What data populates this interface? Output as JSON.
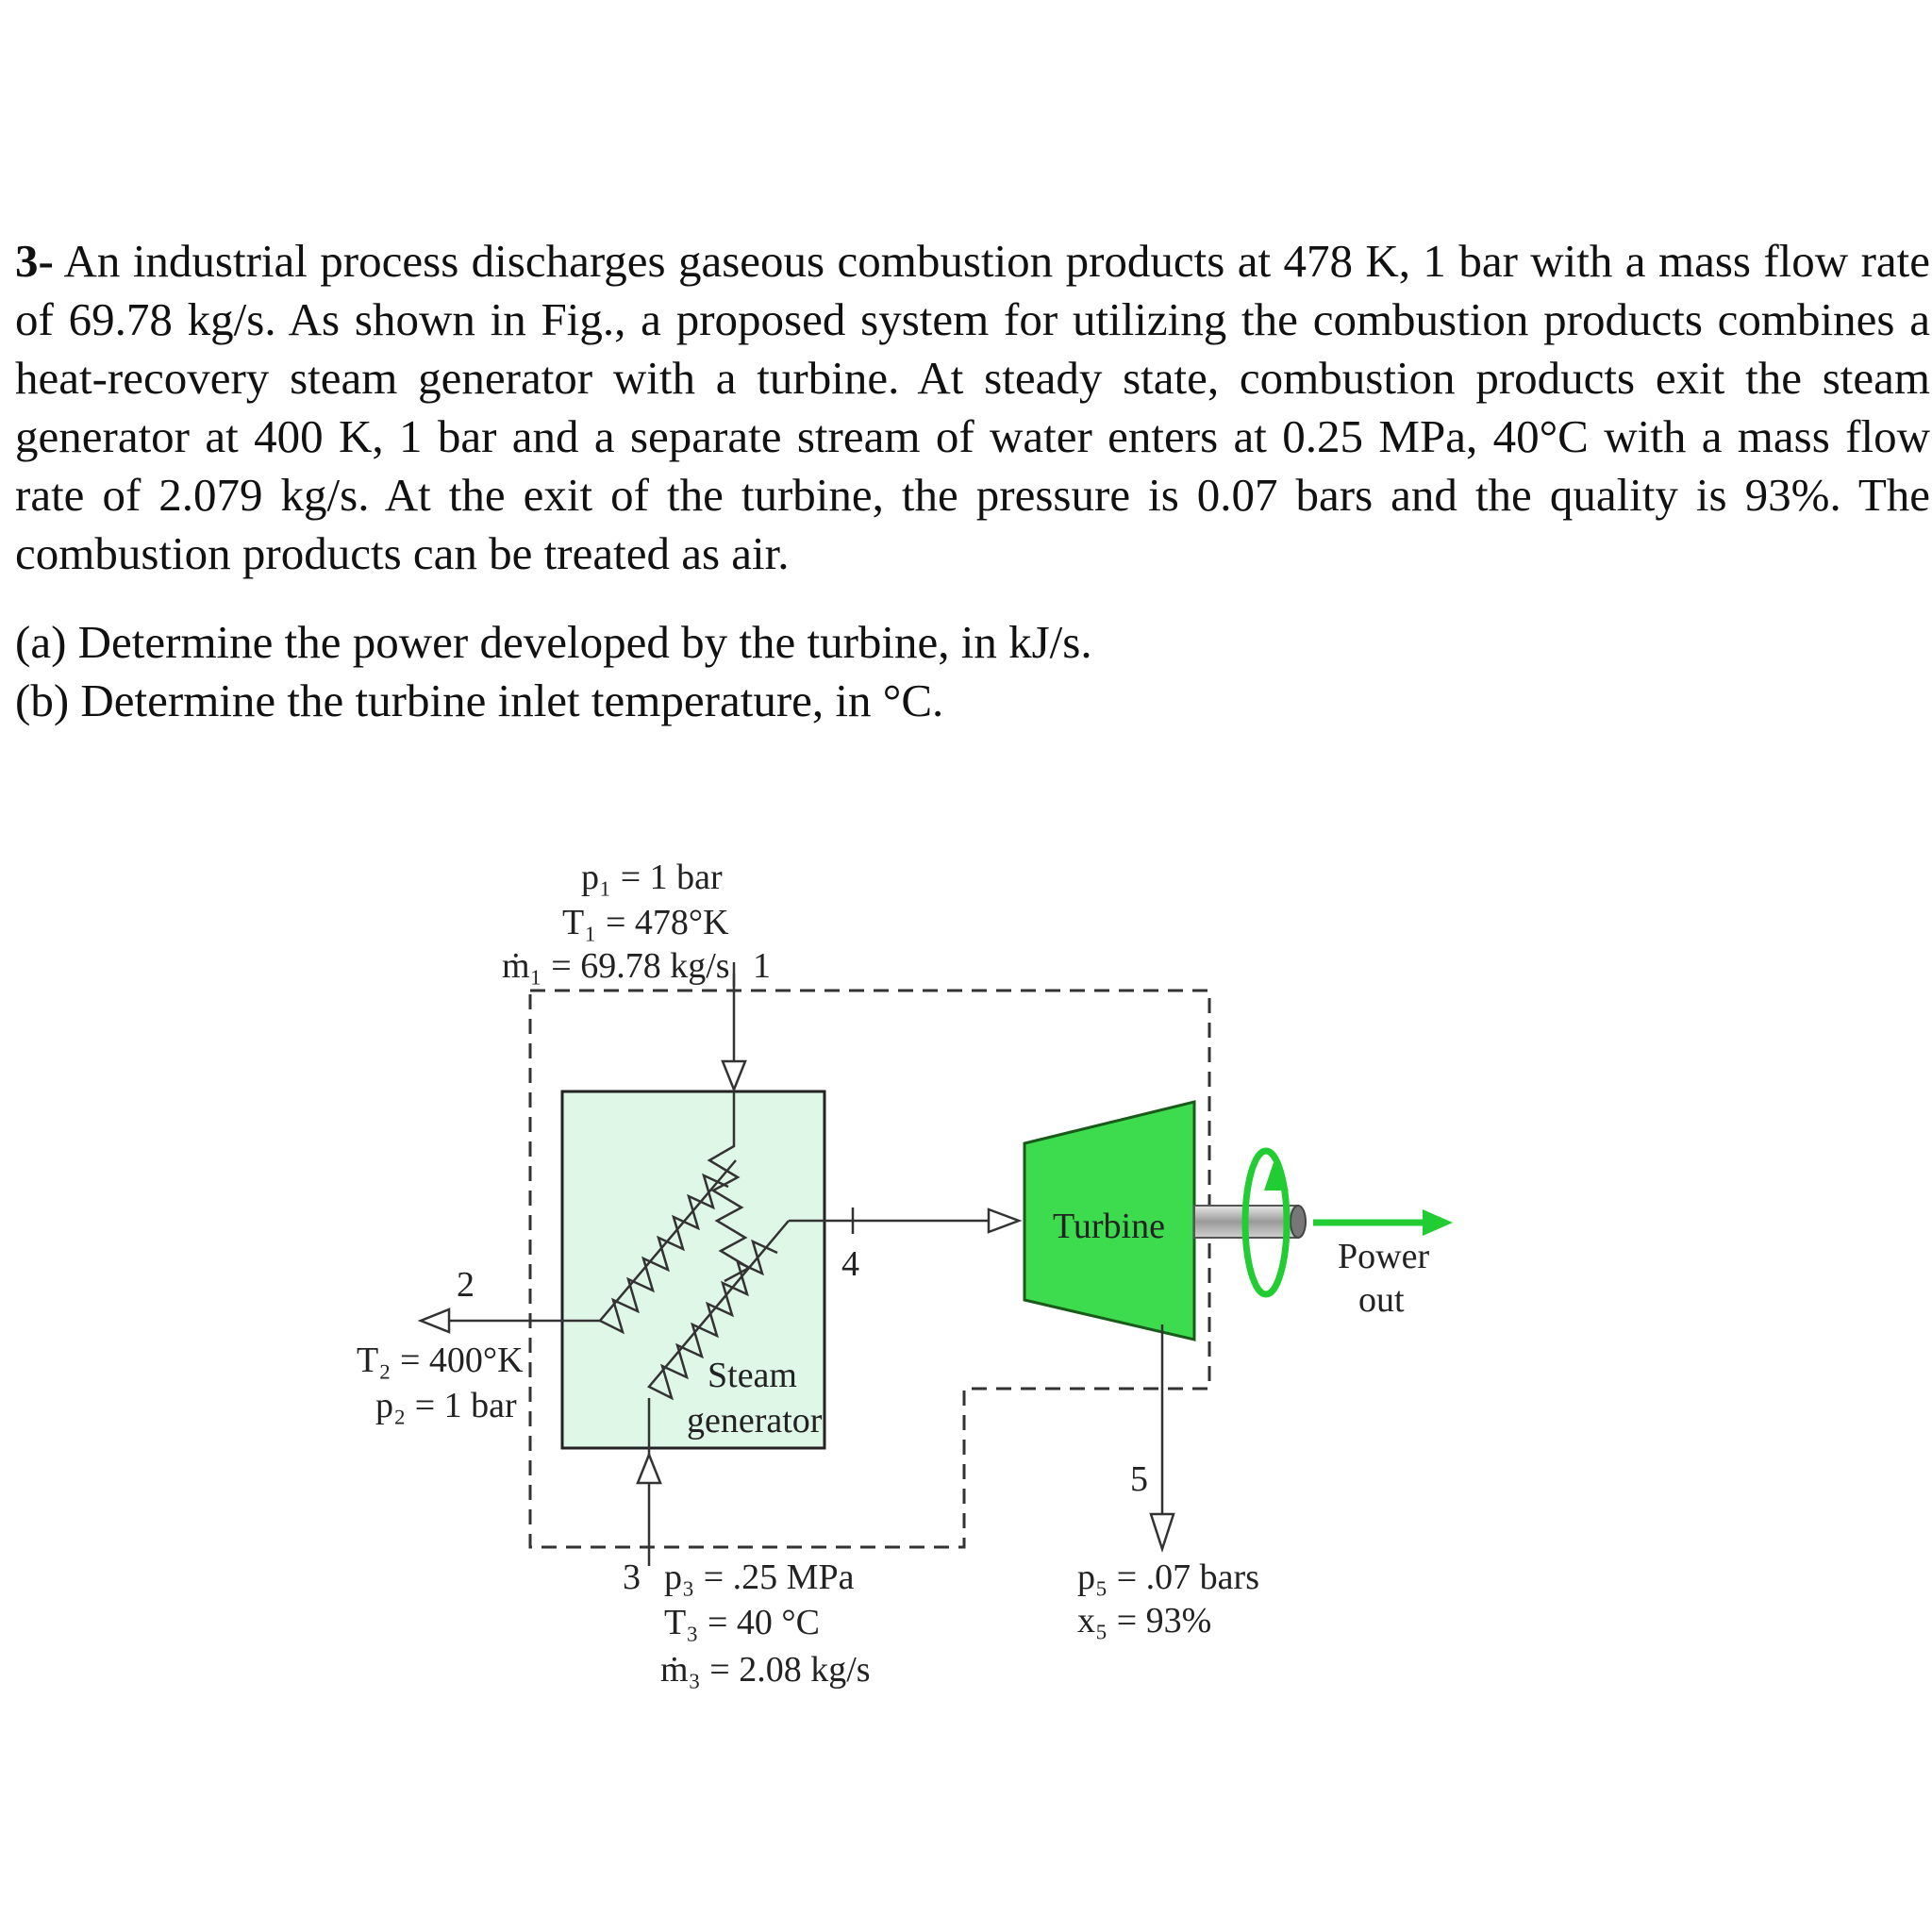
{
  "problem": {
    "number": "3-",
    "text": "An industrial process discharges gaseous combustion products at 478 K, 1 bar with a mass flow rate of 69.78 kg/s. As shown in Fig., a proposed system for utilizing the combustion products combines a heat-recovery steam generator with a turbine. At steady state, combustion products exit the steam generator at 400 K, 1 bar and a separate stream of water enters at 0.25 MPa, 40°C with a mass flow rate of 2.079 kg/s. At the exit of the turbine, the pressure is 0.07 bars and the quality is 93%. The combustion products can be treated as air.",
    "question_a": "(a) Determine the power developed by the turbine, in kJ/s.",
    "question_b": "(b) Determine the turbine inlet temperature, in °C."
  },
  "diagram": {
    "state1": {
      "p": "p₁ = 1 bar",
      "T": "T₁ = 478°K",
      "m": "ṁ₁ = 69.78 kg/s",
      "num": "1"
    },
    "state2": {
      "num": "2",
      "T": "T₂ = 400°K",
      "p": "p₂ = 1 bar"
    },
    "state3": {
      "num": "3",
      "p": "p₃ = .25  MPa",
      "T": "T₃ =  40 °C",
      "m": "ṁ₃ = 2.08 kg/s"
    },
    "state4": {
      "num": "4"
    },
    "state5": {
      "num": "5",
      "p": "p₅ = .07 bars",
      "x": "x₅ = 93%"
    },
    "steam_generator": {
      "line1": "Steam",
      "line2": "generator"
    },
    "turbine": "Turbine",
    "power_out": {
      "line1": "Power",
      "line2": "out"
    },
    "colors": {
      "generator_fill": "#dff7e6",
      "turbine_fill": "#3ddc4f",
      "arrow_green": "#22cc33",
      "line": "#333333"
    }
  }
}
